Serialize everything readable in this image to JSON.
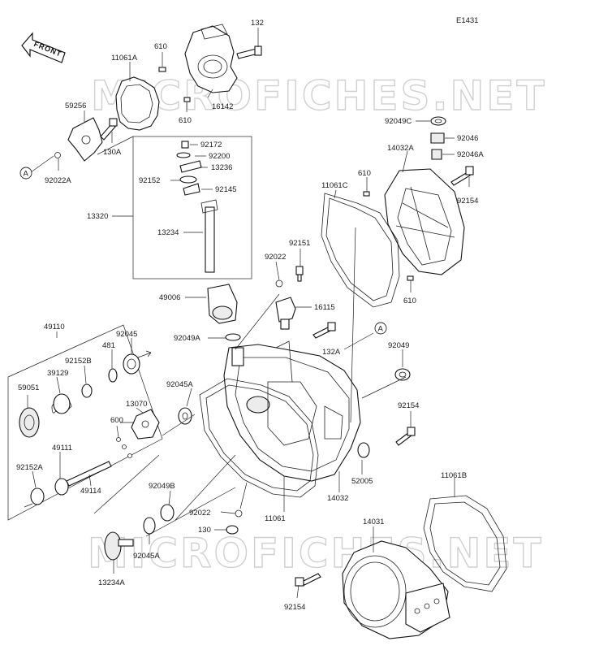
{
  "diagram_code": "E1431",
  "front_label": "FRONT",
  "ref_marker": "A",
  "watermark": "MICROFICHES.NET",
  "labels": [
    {
      "id": "p132",
      "text": "132"
    },
    {
      "id": "p610a",
      "text": "610"
    },
    {
      "id": "p11061a",
      "text": "11061A"
    },
    {
      "id": "p16142",
      "text": "16142"
    },
    {
      "id": "p610b",
      "text": "610"
    },
    {
      "id": "p59256",
      "text": "59256"
    },
    {
      "id": "p130a",
      "text": "130A"
    },
    {
      "id": "p92022a",
      "text": "92022A"
    },
    {
      "id": "p92172",
      "text": "92172"
    },
    {
      "id": "p92200",
      "text": "92200"
    },
    {
      "id": "p13236",
      "text": "13236"
    },
    {
      "id": "p92152",
      "text": "92152"
    },
    {
      "id": "p92145",
      "text": "92145"
    },
    {
      "id": "p13320",
      "text": "13320"
    },
    {
      "id": "p13234",
      "text": "13234"
    },
    {
      "id": "p49006",
      "text": "49006"
    },
    {
      "id": "p92049c",
      "text": "92049C"
    },
    {
      "id": "p92046",
      "text": "92046"
    },
    {
      "id": "p92046a",
      "text": "92046A"
    },
    {
      "id": "p14032a",
      "text": "14032A"
    },
    {
      "id": "p610c",
      "text": "610"
    },
    {
      "id": "p11061c",
      "text": "11061C"
    },
    {
      "id": "p92154a",
      "text": "92154"
    },
    {
      "id": "p92151",
      "text": "92151"
    },
    {
      "id": "p92022",
      "text": "92022"
    },
    {
      "id": "p610d",
      "text": "610"
    },
    {
      "id": "p16115",
      "text": "16115"
    },
    {
      "id": "p92049a",
      "text": "92049A"
    },
    {
      "id": "p132a",
      "text": "132A"
    },
    {
      "id": "p92049",
      "text": "92049"
    },
    {
      "id": "p49110",
      "text": "49110"
    },
    {
      "id": "p481",
      "text": "481"
    },
    {
      "id": "p92045",
      "text": "92045"
    },
    {
      "id": "p92152b",
      "text": "92152B"
    },
    {
      "id": "p39129",
      "text": "39129"
    },
    {
      "id": "p59051",
      "text": "59051"
    },
    {
      "id": "p92045a_top",
      "text": "92045A"
    },
    {
      "id": "p13070",
      "text": "13070"
    },
    {
      "id": "p600",
      "text": "600"
    },
    {
      "id": "p49111",
      "text": "49111"
    },
    {
      "id": "p92152a",
      "text": "92152A"
    },
    {
      "id": "p49114",
      "text": "49114"
    },
    {
      "id": "p92154b",
      "text": "92154"
    },
    {
      "id": "p52005",
      "text": "52005"
    },
    {
      "id": "p14032",
      "text": "14032"
    },
    {
      "id": "p11061",
      "text": "11061"
    },
    {
      "id": "p92049b",
      "text": "92049B"
    },
    {
      "id": "p92022b",
      "text": "92022"
    },
    {
      "id": "p130",
      "text": "130"
    },
    {
      "id": "p92045a_bot",
      "text": "92045A"
    },
    {
      "id": "p13234a",
      "text": "13234A"
    },
    {
      "id": "p11061b",
      "text": "11061B"
    },
    {
      "id": "p14031",
      "text": "14031"
    },
    {
      "id": "p92154c",
      "text": "92154"
    }
  ]
}
